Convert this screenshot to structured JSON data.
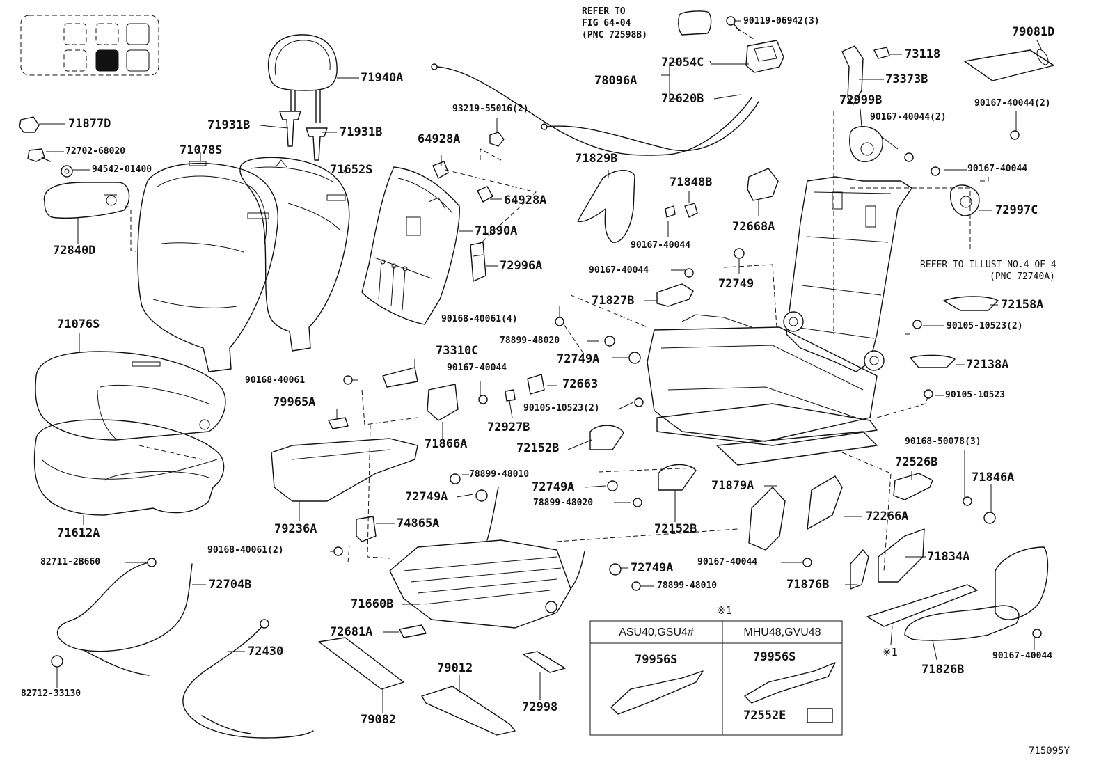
{
  "diagram": {
    "drawing_number": "715095Y",
    "reference_note_top": {
      "lines": [
        "REFER TO",
        "FIG 64-04",
        "(PNC 72598B)"
      ]
    },
    "reference_note_right": {
      "lines": [
        "REFER TO ILLUST NO.4 OF 4",
        "(PNC 72740A)"
      ]
    },
    "variant_box": {
      "marker": "※1",
      "columns": [
        {
          "header": "ASU40,GSU4#",
          "parts": [
            "79956S"
          ]
        },
        {
          "header": "MHU48,GVU48",
          "parts": [
            "79956S",
            "72552E"
          ]
        }
      ]
    },
    "callout_marker": "※1",
    "part_labels": {
      "p71940A": "71940A",
      "p71931B_a": "71931B",
      "p71931B_b": "71931B",
      "p71877D": "71877D",
      "p72702": "72702-68020",
      "p94542": "94542-01400",
      "p71078S": "71078S",
      "p71652S": "71652S",
      "p72840D": "72840D",
      "p71076S": "71076S",
      "p71612A": "71612A",
      "p93219": "93219-55016(2)",
      "p64928A_a": "64928A",
      "p64928A_b": "64928A",
      "p71890A": "71890A",
      "p72996A": "72996A",
      "p90168_40061_4": "90168-40061(4)",
      "p90119": "90119-06942(3)",
      "p78096A": "78096A",
      "p72054C": "72054C",
      "p72620B": "72620B",
      "p71829B": "71829B",
      "p71848B": "71848B",
      "p90167_a": "90167-40044",
      "p72668A": "72668A",
      "p90167_b": "90167-40044",
      "p72749_a": "72749",
      "p71827B": "71827B",
      "p79081D": "79081D",
      "p73118": "73118",
      "p73373B": "73373B",
      "p72999B": "72999B",
      "p90167_2a": "90167-40044(2)",
      "p90167_2b": "90167-40044(2)",
      "p90167_c": "90167-40044",
      "p72997C": "72997C",
      "p72158A": "72158A",
      "p90105_2a": "90105-10523(2)",
      "p72138A": "72138A",
      "p90105_a": "90105-10523",
      "p73310C": "73310C",
      "p90168_40061_a": "90168-40061",
      "p79965A": "79965A",
      "p90167_d": "90167-40044",
      "p78899_48020_a": "78899-48020",
      "p72749A_a": "72749A",
      "p72663": "72663",
      "p90105_2b": "90105-10523(2)",
      "p72927B": "72927B",
      "p71866A": "71866A",
      "p72152B_a": "72152B",
      "p78899_48010_a": "78899-48010",
      "p72749A_b": "72749A",
      "p72749A_c": "72749A",
      "p78899_48020_b": "78899-48020",
      "p72152B_b": "72152B",
      "p71879A": "71879A",
      "p90168_50078": "90168-50078(3)",
      "p72526B": "72526B",
      "p71846A": "71846A",
      "p72266A": "72266A",
      "p79236A": "79236A",
      "p74865A": "74865A",
      "p90168_40061_2": "90168-40061(2)",
      "p82711": "82711-2B660",
      "p72704B": "72704B",
      "p82712": "82712-33130",
      "p72430": "72430",
      "p71660B": "71660B",
      "p72681A": "72681A",
      "p79082": "79082",
      "p79012": "79012",
      "p72998": "72998",
      "p72749A_d": "72749A",
      "p78899_48010_b": "78899-48010",
      "p90167_e": "90167-40044",
      "p71834A": "71834A",
      "p71876B": "71876B",
      "p90167_f": "90167-40044",
      "p71826B": "71826B"
    }
  }
}
